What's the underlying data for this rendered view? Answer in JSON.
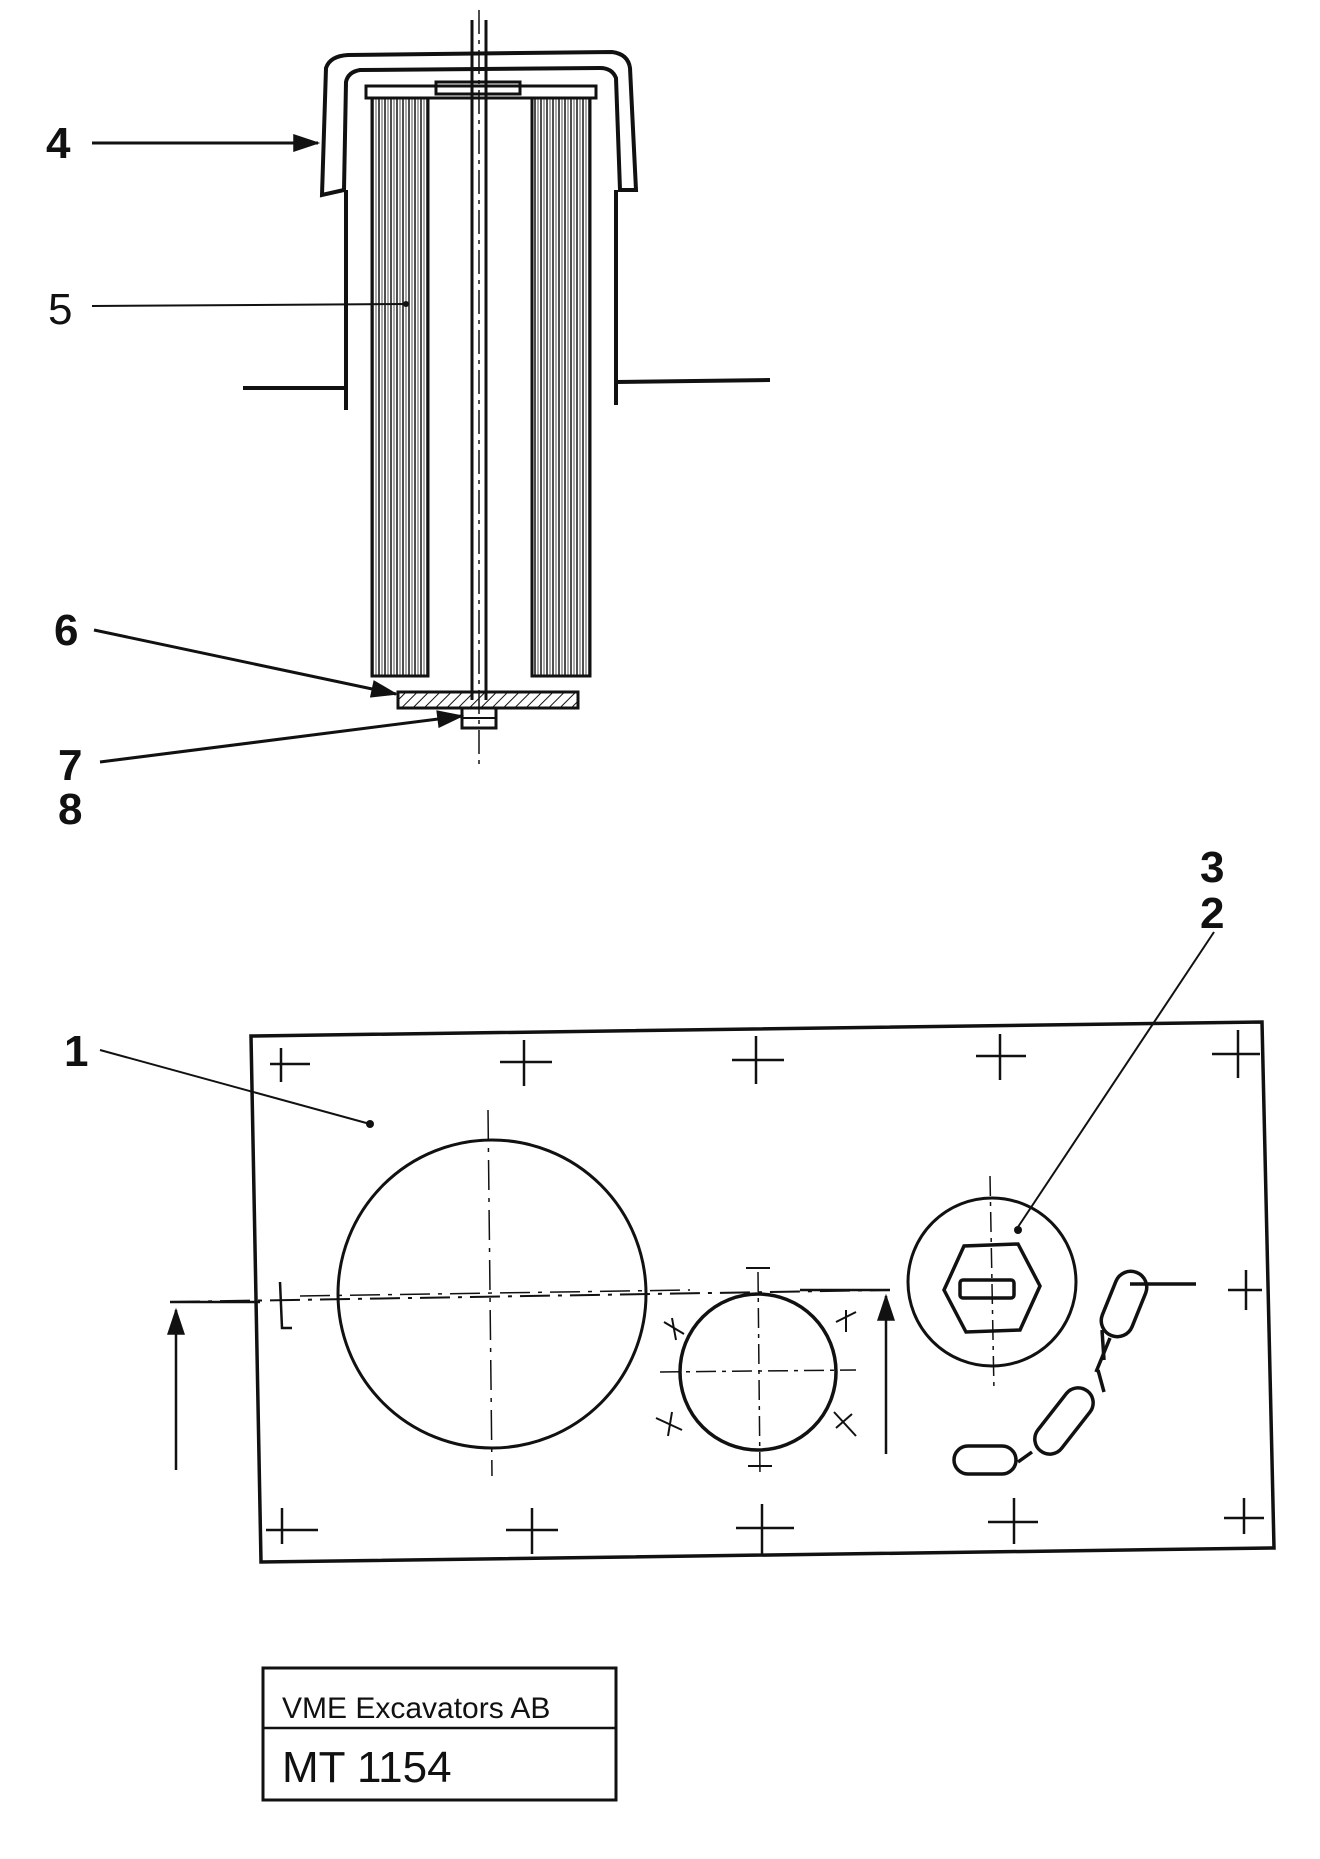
{
  "callouts": {
    "c1": "1",
    "c2": "2",
    "c3": "3",
    "c4": "4",
    "c5": "5",
    "c6": "6",
    "c7": "7",
    "c8": "8"
  },
  "title_block": {
    "company": "VME Excavators AB",
    "drawing_no": "MT 1154"
  }
}
